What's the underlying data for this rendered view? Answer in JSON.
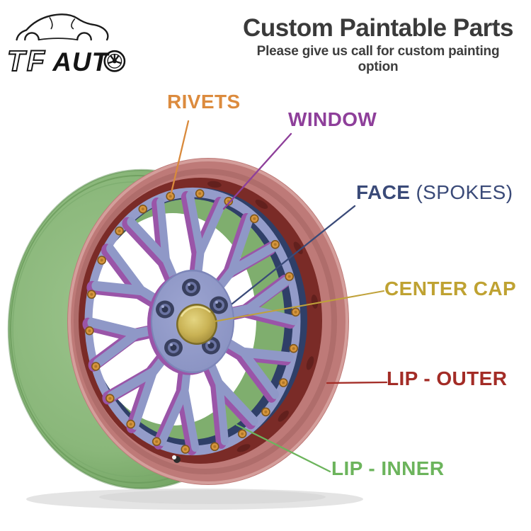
{
  "logo": {
    "brand_outline": "TF",
    "brand_solid": "AUT",
    "wheel_icon": "wheel-logo-icon",
    "car_icon": "car-outline-icon"
  },
  "header": {
    "title": "Custom Paintable Parts",
    "subtitle": "Please give us call for custom painting option"
  },
  "labels": {
    "rivets": {
      "text": "RIVETS",
      "color": "#DC8B3E"
    },
    "window": {
      "text": "WINDOW",
      "color": "#8E3F9A"
    },
    "face": {
      "text_bold": "FACE",
      "text_rest": " (SPOKES)",
      "color": "#3A4A78"
    },
    "center_cap": {
      "text": "CENTER CAP",
      "color": "#BFA232"
    },
    "lip_outer": {
      "text": "LIP - OUTER",
      "color": "#A32C26"
    },
    "lip_inner": {
      "text": "LIP - INNER",
      "color": "#6CB45C"
    }
  },
  "wheel_colors": {
    "inner_lip_green": "#7FAE6E",
    "barrel_green_light": "#9CC48D",
    "barrel_green_dark": "#659955",
    "outer_lip_red": "#BE7A78",
    "outer_lip_highlight": "#D8A4A1",
    "barrel_dark_red": "#7A2B27",
    "flange_navy": "#2F3F68",
    "spokes_periwinkle": "#8F98C7",
    "spoke_accent_purple": "#9A55A8",
    "rivets_orange": "#D6953C",
    "center_cap_gold": "#C9B254",
    "lug_hole_blue": "#39405F"
  }
}
